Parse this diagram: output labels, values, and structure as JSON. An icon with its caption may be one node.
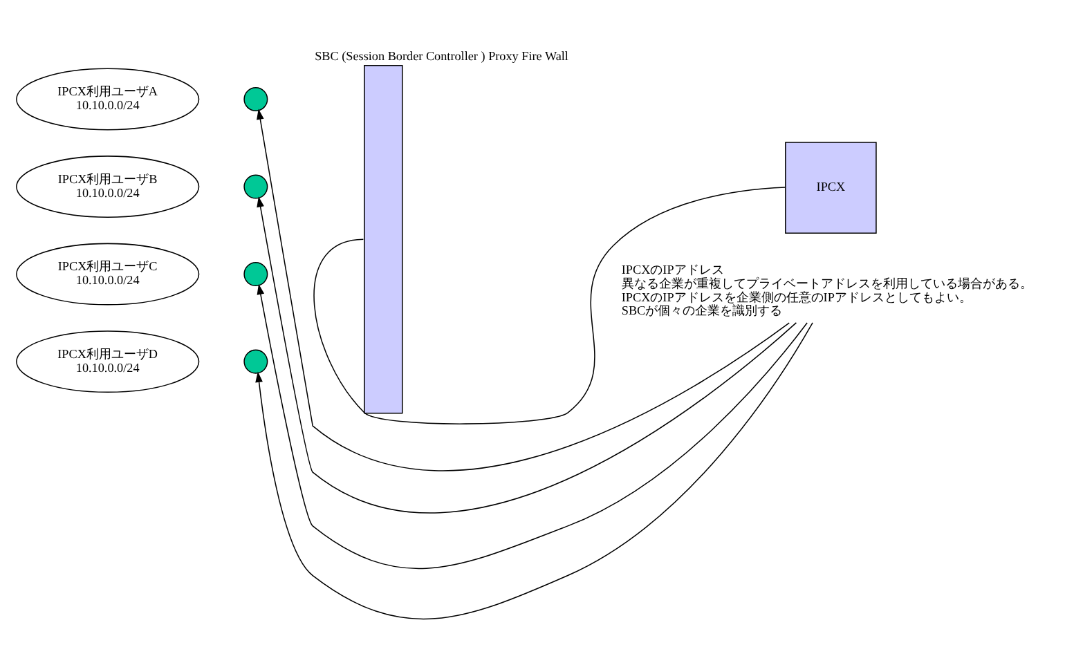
{
  "diagram": {
    "nodes": [
      {
        "text": [
          "SBC (Session Border Controller ) Proxy Fire Wall"
        ]
      },
      {
        "text": [
          "IPCX利用ユーザA",
          "10.10.0.0/24"
        ]
      },
      {
        "text": [
          "IPCX利用ユーザB",
          "10.10.0.0/24"
        ]
      },
      {
        "text": [
          "IPCX利用ユーザC",
          "10.10.0.0/24"
        ]
      },
      {
        "text": [
          "IPCX利用ユーザD",
          "10.10.0.0/24"
        ]
      },
      {
        "text": [],
        "shape": "circle"
      },
      {
        "text": [],
        "shape": "circle"
      },
      {
        "text": [],
        "shape": "circle"
      },
      {
        "text": [],
        "shape": "circle"
      },
      {
        "text": [
          "IPCX"
        ]
      },
      {
        "text": [
          "IPCXのIPアドレス",
          "異なる企業が重複してプライベートアドレスを利用している場合がある。",
          "IPCXのIPアドレスを企業側の任意のIPアドレスとしてもよい。",
          "SBCが個々の企業を識別する"
        ]
      }
    ],
    "edges": [
      {
        "from": 0,
        "to": 9,
        "arrow": "none"
      },
      {
        "from": 10,
        "to": 5,
        "arrow": "to"
      },
      {
        "from": 10,
        "to": 6,
        "arrow": "to"
      },
      {
        "from": 10,
        "to": 7,
        "arrow": "to"
      },
      {
        "from": 10,
        "to": 8,
        "arrow": "to"
      }
    ]
  }
}
